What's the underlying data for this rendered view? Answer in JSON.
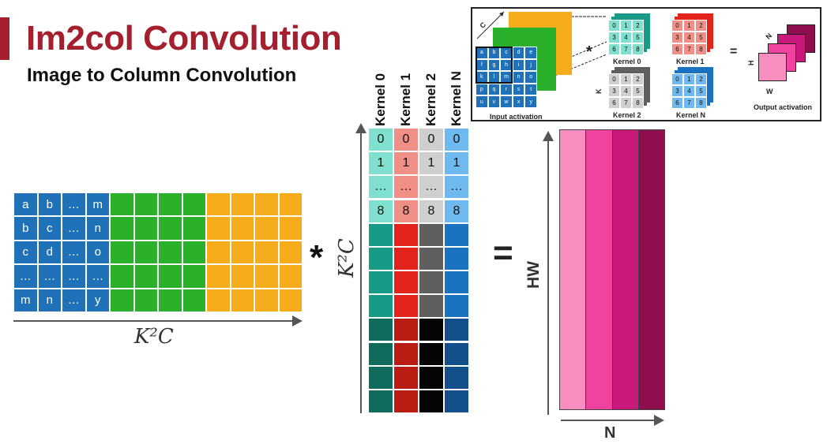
{
  "header": {
    "title": "Im2col Convolution",
    "subtitle": "Image to Column Convolution"
  },
  "input_matrix": {
    "rows": [
      [
        "a",
        "b",
        "…",
        "m"
      ],
      [
        "b",
        "c",
        "…",
        "n"
      ],
      [
        "c",
        "d",
        "…",
        "o"
      ],
      [
        "…",
        "…",
        "…",
        "…"
      ],
      [
        "m",
        "n",
        "…",
        "y"
      ]
    ],
    "x_axis_label": "K²C",
    "colors": {
      "blue": "#1f72b8",
      "green": "#2bb02b",
      "yellow": "#f5ad1c"
    }
  },
  "operators": {
    "multiply": "*",
    "equals": "="
  },
  "kernel_matrix": {
    "headers": [
      "Kernel 0",
      "Kernel 1",
      "Kernel 2",
      "Kernel N"
    ],
    "values": [
      [
        "0",
        "0",
        "0",
        "0"
      ],
      [
        "1",
        "1",
        "1",
        "1"
      ],
      [
        "…",
        "…",
        "…",
        "…"
      ],
      [
        "8",
        "8",
        "8",
        "8"
      ]
    ],
    "y_axis_label": "K²C",
    "light_colors": [
      "#7fe0cf",
      "#f08f86",
      "#cfcfcf",
      "#6eb9ef"
    ],
    "mid_colors": [
      "#189b86",
      "#e3241b",
      "#5f5f5f",
      "#1a72c0"
    ],
    "dark_colors": [
      "#0f6b5c",
      "#b81c12",
      "#050505",
      "#134f8a"
    ]
  },
  "output_matrix": {
    "y_axis_label": "HW",
    "x_axis_label": "N",
    "colors": [
      "#f88dc0",
      "#f043a0",
      "#c8187a",
      "#8e0e4e"
    ]
  },
  "inset": {
    "channel_label": "C",
    "input_grid": [
      [
        "a",
        "b",
        "c",
        "d",
        "e"
      ],
      [
        "f",
        "g",
        "h",
        "i",
        "j"
      ],
      [
        "k",
        "l",
        "m",
        "n",
        "o"
      ],
      [
        "p",
        "q",
        "r",
        "s",
        "t"
      ],
      [
        "u",
        "v",
        "w",
        "x",
        "y"
      ]
    ],
    "input_label": "Input activation",
    "multiply": "*",
    "kernel_grid": [
      [
        "0",
        "1",
        "2"
      ],
      [
        "3",
        "4",
        "5"
      ],
      [
        "6",
        "7",
        "8"
      ]
    ],
    "kernel_labels": [
      "Kernel 0",
      "Kernel 1",
      "Kernel 2",
      "Kernel N"
    ],
    "kernel_k_label": "K",
    "equals": "=",
    "output_labels": {
      "n": "N",
      "h": "H",
      "w": "W",
      "caption": "Output activation"
    }
  }
}
